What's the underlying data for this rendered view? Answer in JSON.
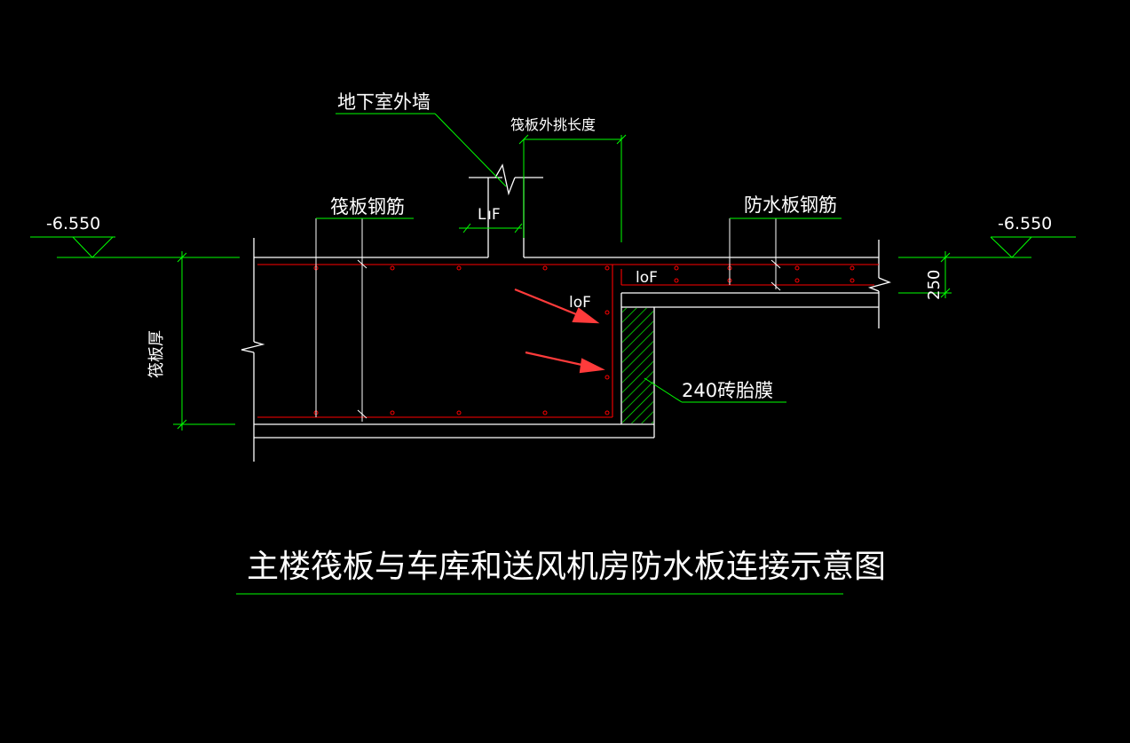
{
  "labels": {
    "basement_wall": "地下室外墙",
    "raft_overhang_length": "筏板外挑长度",
    "raft_rebar": "筏板钢筋",
    "waterproof_rebar": "防水板钢筋",
    "level_left": "-6.550",
    "level_right": "-6.550",
    "l1f": "L ıF",
    "lof_upper": "loF",
    "lof_lower": "loF",
    "raft_thickness": "筏板厚",
    "thickness_250": "250",
    "brick_formwork": "240砖胎膜",
    "title": "主楼筏板与车库和送风机房防水板连接示意图"
  },
  "colors": {
    "background": "#000000",
    "line_white": "#ffffff",
    "leader_green": "#00ff00",
    "rebar_red": "#ff0000",
    "arrow_red": "#ff3b3b",
    "hatch_green": "#00ff00"
  }
}
